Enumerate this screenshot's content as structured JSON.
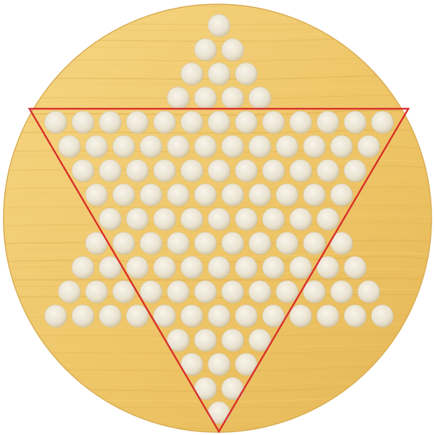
{
  "game": {
    "board_type": "star-hole-board",
    "board_shape": "circle",
    "hole_layout": "six-pointed-star",
    "hole_count": 121,
    "row_hole_counts": [
      1,
      2,
      3,
      4,
      13,
      12,
      11,
      10,
      9,
      10,
      11,
      12,
      13,
      4,
      3,
      2,
      1
    ],
    "occupied_holes": 0,
    "overlay": {
      "shape": "inverted-triangle",
      "stroke_color": "#d92f2a"
    }
  },
  "colors": {
    "background": "#ffffff",
    "wood_light": "#f5d27e",
    "wood_mid": "#ebc061",
    "wood_dark": "#d9a646",
    "hole_fill": "#ece6d6",
    "hole_shadow": "#c9bea2"
  }
}
